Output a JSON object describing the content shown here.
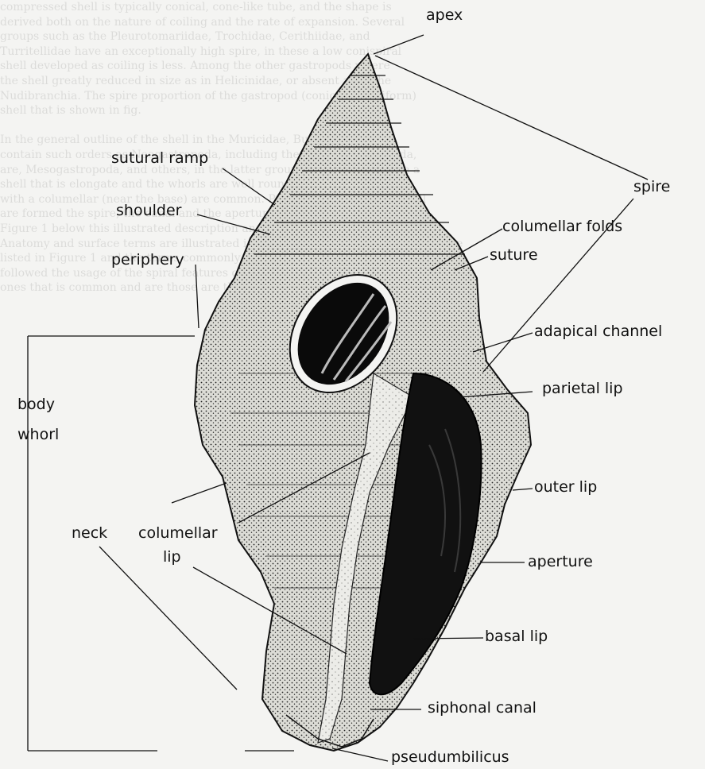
{
  "labels": {
    "apex": "apex",
    "spire": "spire",
    "sutural_ramp": "sutural ramp",
    "shoulder": "shoulder",
    "periphery": "periphery",
    "columellar_folds": "columellar folds",
    "suture": "suture",
    "adapical_channel": "adapical channel",
    "parietal_lip": "parietal lip",
    "body_whorl_1": "body",
    "body_whorl_2": "whorl",
    "outer_lip": "outer lip",
    "neck": "neck",
    "columellar_lip_1": "columellar",
    "columellar_lip_2": "lip",
    "aperture": "aperture",
    "basal_lip": "basal lip",
    "siphonal_canal": "siphonal canal",
    "pseudumbilicus": "pseudumbilicus"
  },
  "background_text": [
    "compressed shell is typically conical, cone-like tube, and the shape is",
    "derived both on the nature of coiling and the rate of expansion. Several",
    "groups such as the Pleurotomariidae, Trochidae, Cerithiidae, and",
    "Turritellidae have an exceptionally high spire, in these a low conispiral",
    "shell developed as coiling is less. Among the other gastropods where",
    "the shell greatly reduced in size as in Helicinidae, or absent as in the",
    "Nudibranchia. The spire proportion of the gastropod (conical or fusiform)",
    "shell that is shown in fig.",
    "",
    "In the general outline of the shell in the Muricidae, Buccinidae, which",
    "contain such orders as Neogastropoda, including the Archaeogastropoda,",
    "are, Mesogastropoda, and others, in the latter group, Some groups have a",
    "shell that is elongate and the whorls are well rounded. Some of the two",
    "with a columellar (near the base) are common. Principal details of the shell",
    "are formed the spire, the canal and the aperture is characterized here.",
    "Figure 1 below this illustrated description and the shell of a gastropod shell.",
    "Anatomy and surface terms are illustrated in the diagram which follows are those",
    "listed in Figure 1 and the terms commonly used are illustrated. Terms",
    "followed the usage of the spiral features of the shell sculptural",
    "ones that is common and are those are the following."
  ]
}
